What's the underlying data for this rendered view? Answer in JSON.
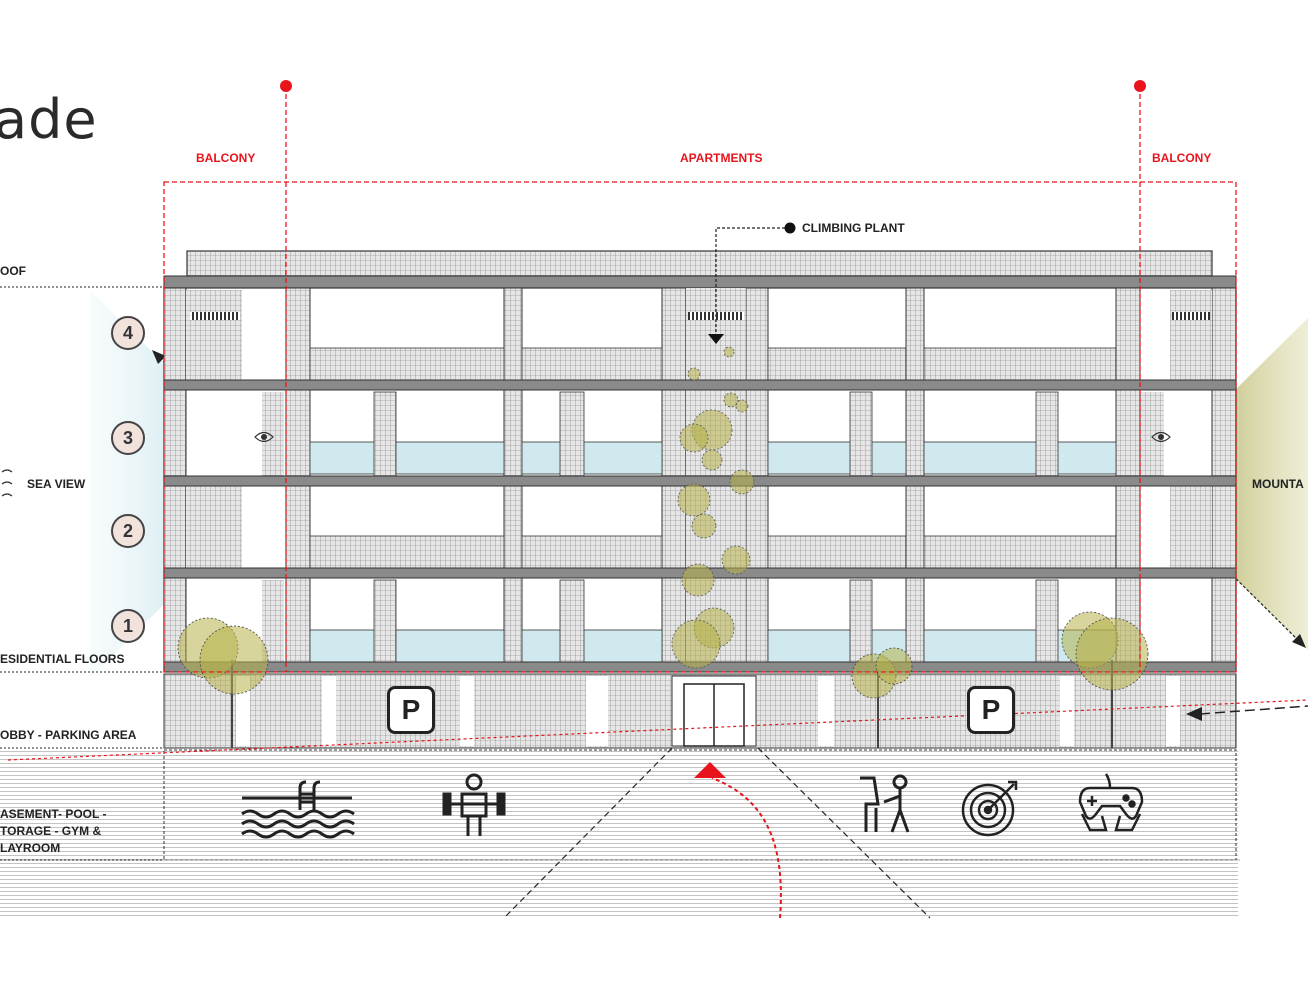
{
  "title": "ade",
  "labels": {
    "balcony_left": "BALCONY",
    "apartments": "APARTMENTS",
    "balcony_right": "BALCONY",
    "climbing_plant": "CLIMBING PLANT",
    "roof": "OOF",
    "sea_view": "SEA VIEW",
    "mountain_view": "MOUNTA",
    "residential_floors": "ESIDENTIAL FLOORS",
    "lobby_parking": "OBBY - PARKING AREA",
    "basement_lines": [
      "ASEMENT- POOL -",
      "TORAGE - GYM &",
      "LAYROOM"
    ]
  },
  "floors": [
    "4",
    "3",
    "2",
    "1"
  ],
  "parking_sign": "P",
  "basement_icons": [
    "swimming-pool-icon",
    "weightlifter-icon",
    "arcade-player-icon",
    "target-darts-icon",
    "game-controller-icon"
  ],
  "colors": {
    "accent_red": "#e8141c",
    "sea_view_blue": "#9fcfdc",
    "mountain_view_olive": "#a8a52a",
    "tree_olive": "#b7b24a",
    "badge_fill": "#f2e2dc"
  }
}
